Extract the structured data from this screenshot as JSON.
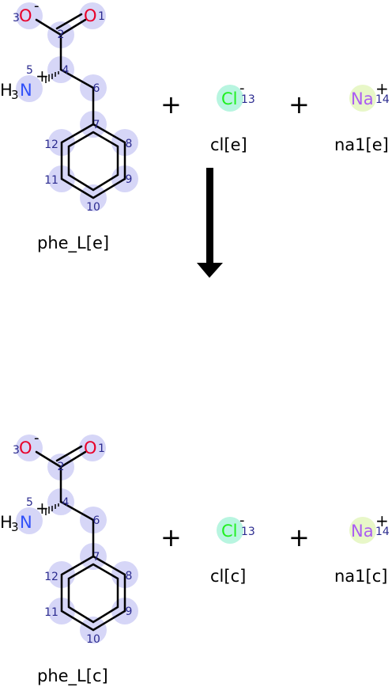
{
  "reaction": {
    "arrow_direction": "down",
    "reactants": [
      {
        "id": "phe_L_e",
        "label": "phe_L[e]"
      },
      {
        "id": "cl_e",
        "label": "cl[e]"
      },
      {
        "id": "na1_e",
        "label": "na1[e]"
      }
    ],
    "products": [
      {
        "id": "phe_L_c",
        "label": "phe_L[c]"
      },
      {
        "id": "cl_c",
        "label": "cl[c]"
      },
      {
        "id": "na1_c",
        "label": "na1[c]"
      }
    ],
    "plus_sign": "+"
  },
  "phenylalanine": {
    "atoms": {
      "O3": {
        "symbol": "O",
        "index": "3",
        "charge": "-"
      },
      "O1": {
        "symbol": "O",
        "index": "1"
      },
      "C2": {
        "index": "2"
      },
      "C4": {
        "index": "4"
      },
      "N5": {
        "symbol": "N",
        "index": "5",
        "prefix": "H",
        "sub": "3",
        "charge": "+"
      },
      "C6": {
        "index": "6"
      },
      "C7": {
        "index": "7"
      },
      "C8": {
        "index": "8"
      },
      "C9": {
        "index": "9"
      },
      "C10": {
        "index": "10"
      },
      "C11": {
        "index": "11"
      },
      "C12": {
        "index": "12"
      }
    }
  },
  "chloride": {
    "symbol": "Cl",
    "index": "13",
    "charge": "-"
  },
  "sodium": {
    "symbol": "Na",
    "index": "14",
    "charge": "+"
  },
  "colors": {
    "oxygen": "#e8002a",
    "nitrogen": "#3050f8",
    "chlorine": "#1ff01f",
    "sodium": "#ab5cf2",
    "highlight_atom": "#d6d6f7",
    "highlight_cl": "#b8f5e0",
    "highlight_na": "#e8f7c8",
    "index": "#2b2b8f",
    "bond": "#000000"
  }
}
